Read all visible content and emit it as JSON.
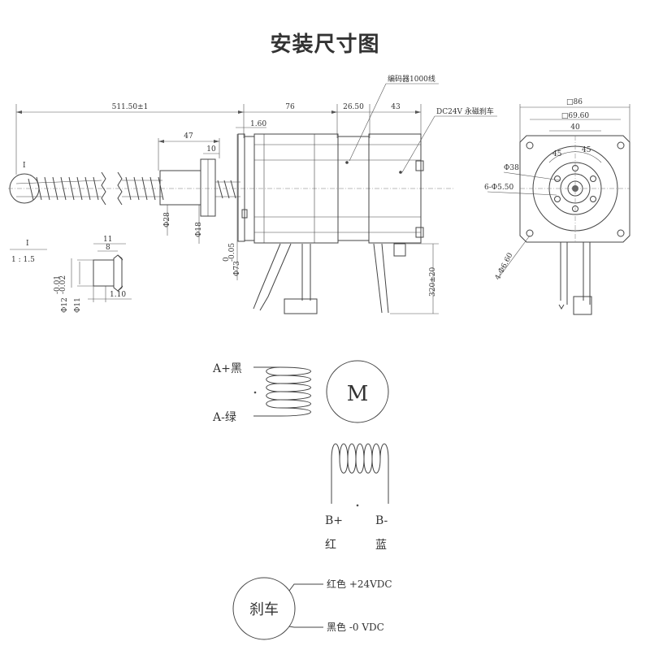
{
  "title": "安装尺寸图",
  "dimensions": {
    "total_length": "511.50±1",
    "body_76": "76",
    "body_26_50": "26.50",
    "body_43": "43",
    "flange_1_60": "1.60",
    "nut_47": "47",
    "nut_10": "10",
    "dia_28": "Φ28",
    "dia_18": "Φ18",
    "dia_73": "Φ73",
    "tol_73_top": "0",
    "tol_73_bot": "-0.05",
    "height_320": "320±20",
    "square_86": "□86",
    "square_69_60": "□69.60",
    "dim_40": "40",
    "angle_45a": "45",
    "angle_45b": "45",
    "dia_38": "Φ38",
    "holes_6": "6-Φ5.50",
    "holes_4": "4-Φ6.60",
    "detail_11": "11",
    "detail_8": "8",
    "detail_1_10": "1.10",
    "detail_dia_12": "Φ12",
    "detail_tol_top": "-0.01",
    "detail_tol_bot": "-0.02",
    "detail_dia_11": "Φ11"
  },
  "callouts": {
    "encoder": "编码器1000线",
    "brake": "DC24V 永磁刹车"
  },
  "detail": {
    "marker": "I",
    "label": "I",
    "scale": "1 : 1.5"
  },
  "wiring": {
    "motor_symbol": "M",
    "a_plus": "A+黑",
    "a_minus": "A-绿",
    "b_plus": "B+",
    "b_minus": "B-",
    "b_plus_color": "红",
    "b_minus_color": "蓝",
    "brake_label": "刹车",
    "brake_pos": "红色 +24VDC",
    "brake_neg": "黑色 -0 VDC"
  }
}
